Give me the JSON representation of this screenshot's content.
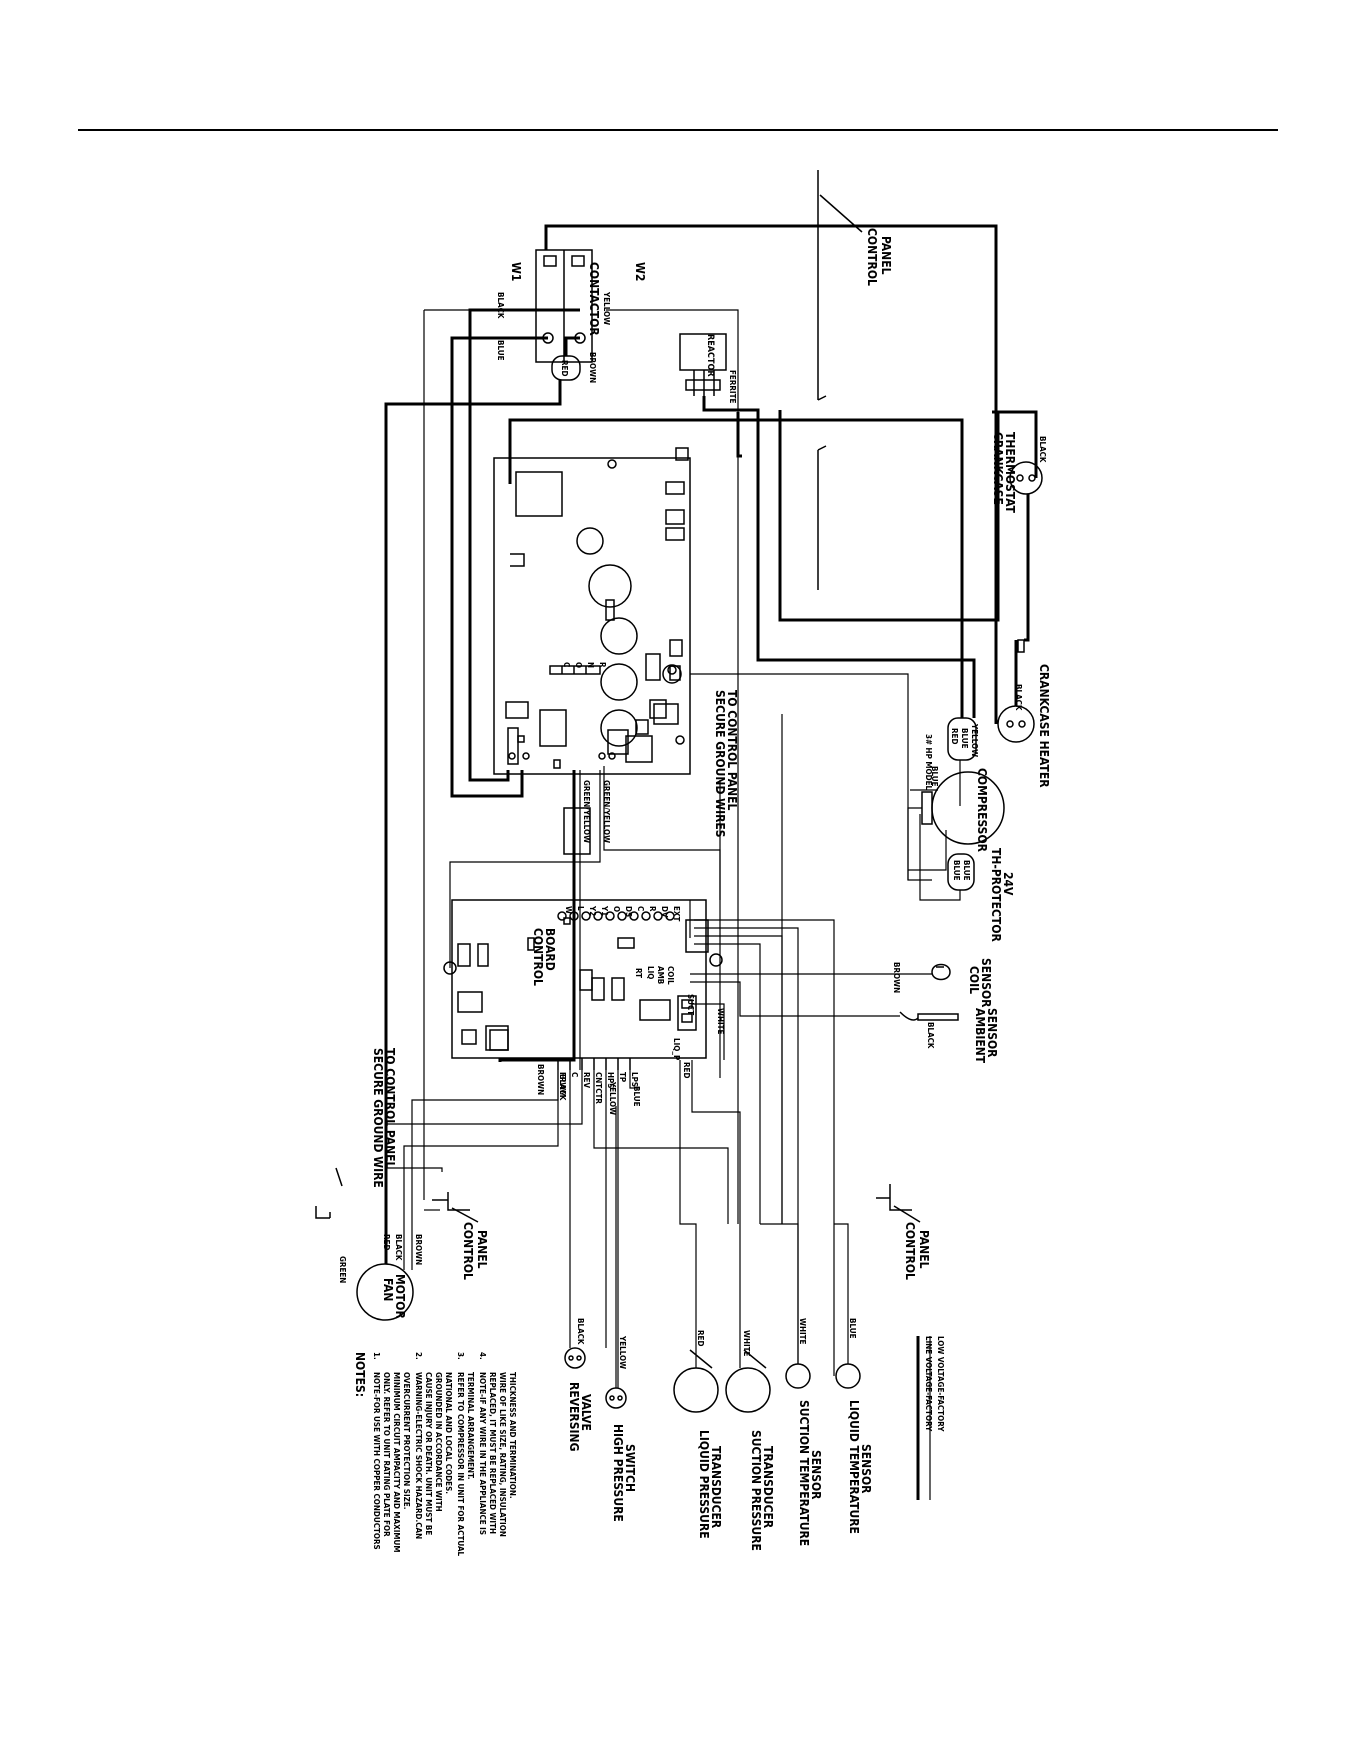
{
  "labels": {
    "control_panel_top": [
      "CONTROL",
      "PANEL"
    ],
    "control_panel_left": [
      "CONTROL",
      "PANEL"
    ],
    "control_panel_bottom": [
      "CONTROL",
      "PANEL"
    ],
    "contactor": "CONTACTOR",
    "w1": "W1",
    "w2": "W2",
    "reactor": "REACTOR",
    "ferrite": "FERRITE",
    "crankcase_thermostat": [
      "CRANKCASE",
      "THERMOSTAT"
    ],
    "crankcase_heater": "CRANKCASE HEATER",
    "compressor": "COMPRESSOR",
    "hp_model": "3# HP MODEL",
    "th_protector": [
      "TH-PROTECTOR",
      "24V"
    ],
    "control_board": [
      "CONTROL",
      "BOARD"
    ],
    "secure_ground_board": [
      "SECURE GROUND WIRES",
      "TO CONTROL PANEL"
    ],
    "secure_ground_fan": [
      "SECURE GROUND WIRE",
      "TO CONTROL PANEL"
    ],
    "coil_sensor": [
      "COIL",
      "SENSOR"
    ],
    "ambient_sensor": [
      "AMBIENT",
      "SENSOR"
    ],
    "fan_motor": [
      "FAN",
      "MOTOR"
    ],
    "reversing_valve": [
      "REVERSING",
      "VALVE"
    ],
    "high_pressure_switch": [
      "HIGH PRESSURE",
      "SWITCH"
    ],
    "liquid_pressure_transducer": [
      "LIQUID PRESSURE",
      "TRANSDUCER"
    ],
    "suction_pressure_transducer": [
      "SUCTION PRESSURE",
      "TRANSDUCER"
    ],
    "suction_temperature_sensor": [
      "SUCTION TEMPERATURE",
      "SENSOR"
    ],
    "liquid_temperature_sensor": [
      "LIQUID TEMPERATURE",
      "SENSOR"
    ]
  },
  "wire_colors": {
    "black": "BLACK",
    "blue": "BLUE",
    "yellow": "YELLOW",
    "red": "RED",
    "brown": "BROWN",
    "white": "WHITE",
    "green": "GREEN",
    "green_yellow": "GREEN/YELLOW"
  },
  "board_terminals": {
    "left_row": [
      "FPWM",
      "C",
      "REV",
      "CNTCTR",
      "HPS",
      "TP",
      "LPS"
    ],
    "right_row": [
      "W",
      "L",
      "Y2",
      "Y1",
      "O",
      "DS",
      "C",
      "R",
      "DV",
      "EXT"
    ],
    "sensor_row": [
      "LIQ",
      "AMB",
      "COIL"
    ],
    "bottom_row": [
      "LIQ_P",
      "SUCT"
    ],
    "misc": "RT",
    "inverter": [
      "C",
      "O",
      "N",
      "R"
    ]
  },
  "notes": {
    "title": "NOTES:",
    "items": [
      {
        "num": "1.",
        "lines": [
          "NOTE-FOR USE WITH COPPER CONDUCTORS",
          "ONLY. REFER TO UNIT RATING PLATE FOR",
          "MINIMUM CIRCUIT AMPACITY AND MAXIMUM",
          "OVERCURRENT PROTECTION SIZE."
        ]
      },
      {
        "num": "2.",
        "lines": [
          "WARNING-ELECTRIC SHOCK HAZARD.CAN",
          "CAUSE INJURY OR DEATH. UNIT MUST BE",
          "GROUNDED IN ACCORDANCE WITH",
          "NATIONAL AND LOCAL CODES."
        ]
      },
      {
        "num": "3.",
        "lines": [
          "REFER TO COMPRESSOR IN UNIT FOR ACTUAL",
          "TERMINAL ARRANGEMENT."
        ]
      },
      {
        "num": "4.",
        "lines": [
          "NOTE-IF ANY WIRE IN THE APPLIANCE IS",
          "REPLACED, IT MUST BE REPLACED WITH",
          "WIRE OF LIKE SIZE, RATING, INSULATION",
          "THICKNESS AND TERMINATION."
        ]
      }
    ]
  },
  "legend": {
    "line_voltage": "LINE VOLTAGE-FACTORY",
    "low_voltage": "LOW VOLTAGE-FACTORY"
  }
}
